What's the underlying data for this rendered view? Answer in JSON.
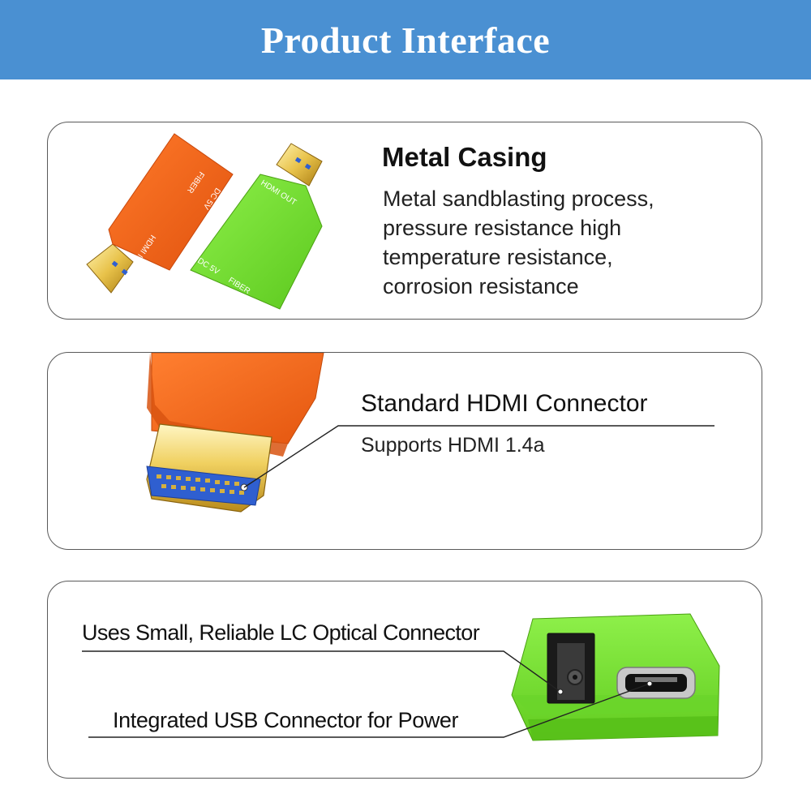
{
  "header": {
    "title": "Product Interface",
    "background": "#4a90d2"
  },
  "metal_casing": {
    "title": "Metal Casing",
    "description_lines": [
      "Metal sandblasting process,",
      "pressure resistance high",
      "temperature resistance,",
      "corrosion resistance"
    ],
    "orange_labels": {
      "port": "HDMI IN",
      "power": "DC 5V",
      "fiber": "FIBER"
    },
    "green_labels": {
      "port": "HDMI OUT",
      "power": "DC 5V",
      "fiber": "FIBER"
    }
  },
  "hdmi_connector": {
    "title": "Standard HDMI Connector",
    "subtitle": "Supports HDMI 1.4a"
  },
  "optical": {
    "lc_label": "Uses Small, Reliable LC Optical Connector",
    "usb_label": "Integrated USB Connector for Power"
  },
  "colors": {
    "orange": "#f26a1b",
    "green": "#7ee03a",
    "gold": "#e8c24a",
    "blue_insert": "#2f5fd0"
  }
}
